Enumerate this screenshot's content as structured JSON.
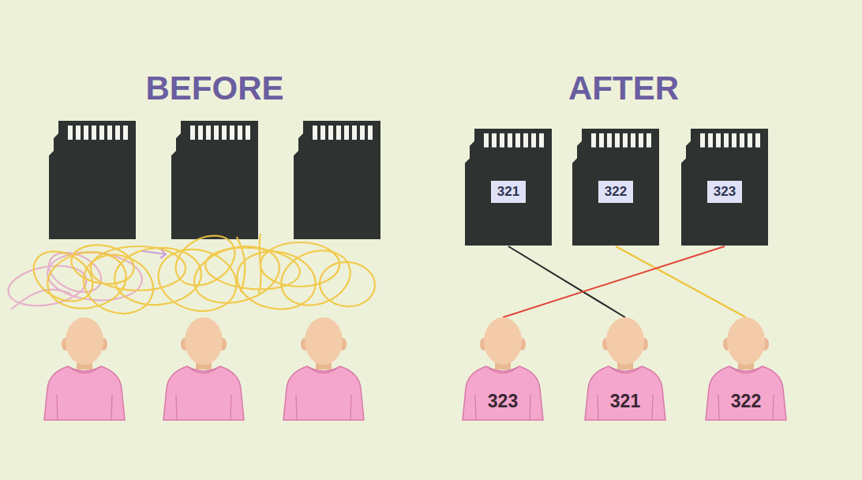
{
  "diagram": {
    "nodes": [
      {
        "text": [
          "321"
        ]
      },
      {
        "text": [
          "322"
        ]
      },
      {
        "text": [
          "323"
        ]
      },
      {
        "text": [
          "323"
        ]
      },
      {
        "text": [
          "321"
        ]
      },
      {
        "text": [
          "322"
        ]
      }
    ],
    "edges": [
      {
        "from": 0,
        "to": 4,
        "arrow": "none"
      },
      {
        "from": 1,
        "to": 5,
        "arrow": "none"
      },
      {
        "from": 2,
        "to": 3,
        "arrow": "none"
      }
    ],
    "labels": [
      "BEFORE",
      "AFTER"
    ]
  }
}
